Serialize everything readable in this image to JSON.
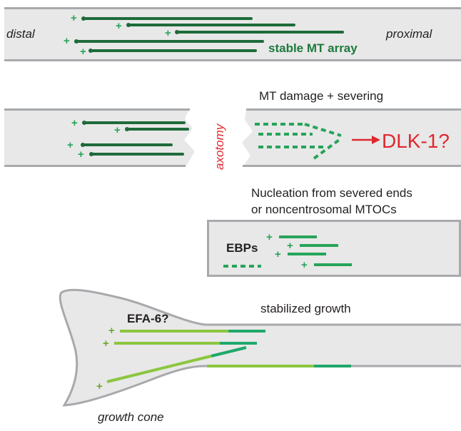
{
  "colors": {
    "axon_fill": "#e8e8e8",
    "axon_border": "#a7a9ac",
    "mt_dark": "#1e6b3a",
    "mt_mid": "#27a45a",
    "mt_light": "#8cc63f",
    "mt_teal": "#1fa86a",
    "alert_red": "#e0282e",
    "text": "#231f20"
  },
  "panel1": {
    "left_label": "distal",
    "right_label": "proximal",
    "array_label": "stable MT array",
    "plus": "+"
  },
  "panel2": {
    "title": "MT damage + severing",
    "cut_label": "axotomy",
    "arrow": "→",
    "signal": "DLK-1?"
  },
  "panel3": {
    "title_line1": "Nucleation from severed ends",
    "title_line2": "or noncentrosomal MTOCs",
    "ebp_label": "EBPs"
  },
  "panel4": {
    "title": "stabilized growth",
    "factor": "EFA-6?",
    "cone_label": "growth cone"
  }
}
